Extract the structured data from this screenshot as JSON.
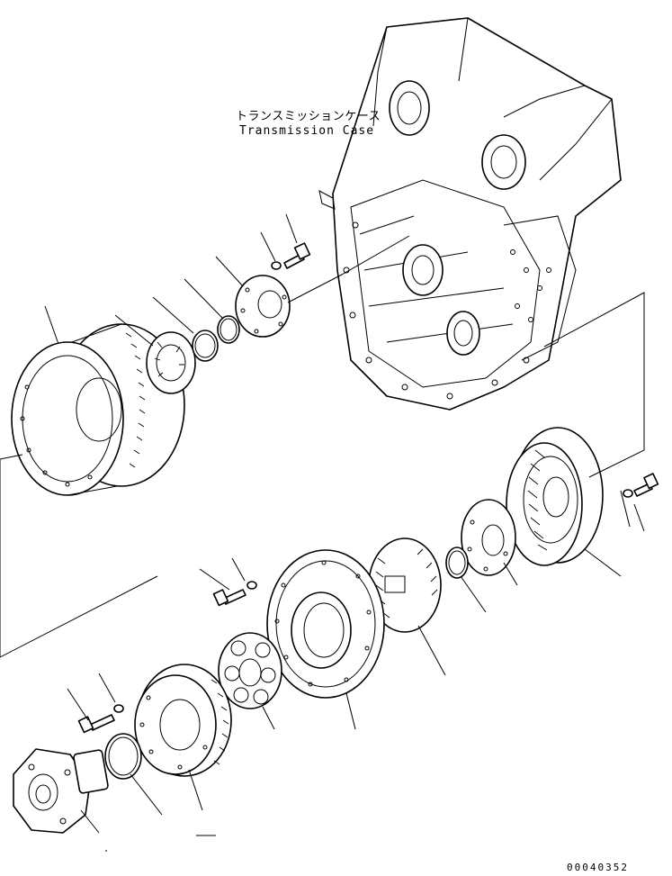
{
  "labels": {
    "case_jp": "トランスミッションケース",
    "case_en": "Transmission Case",
    "drawing_code": "00040352"
  }
}
